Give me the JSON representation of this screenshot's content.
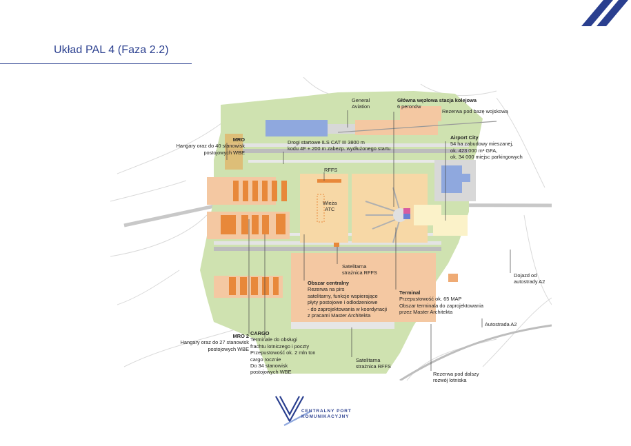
{
  "slide": {
    "title": "Układ PAL 4 (Faza 2.2)"
  },
  "labels": {
    "general_aviation": [
      "General",
      "Aviation"
    ],
    "station_title": "Główna węzłowa stacja kolejowa",
    "station_sub": "6 peronów",
    "military_reserve": "Rezerwa pod bazę wojskową",
    "mro_title": "MRO",
    "mro_desc": [
      "Hangary oraz do 40 stanowisk",
      "postojowych WBE"
    ],
    "runways": [
      "Drogi startowe ILS CAT III 3800 m",
      "kodu 4F + 200 m zabezp. wydłużonego startu"
    ],
    "airport_city_title": "Airport City",
    "airport_city_desc": [
      "54 ha zabudowy mieszanej,",
      "ok. 423 000 m² GFA,",
      "ok. 34 000 miejsc parkingowych"
    ],
    "rffs_top": "RFFS",
    "tower": [
      "Wieża",
      "ATC"
    ],
    "satellite_rffs_1": [
      "Satelitarna",
      "strażnica RFFS"
    ],
    "central_title": "Obszar centralny",
    "central_desc": [
      "Rezerwa na pirs",
      "satelitarny, funkcje wspierające",
      "płyty postojowe i odlodzeniowe",
      "- do zaprojektowania w koordynacji",
      "z pracami Master Architekta"
    ],
    "terminal_title": "Terminal",
    "terminal_desc": [
      "Przepustowość ok. 65 MAP",
      "Obszar terminala do zaprojektowania",
      "przez Master Architekta"
    ],
    "a2_access": [
      "Dojazd od",
      "autostrady A2"
    ],
    "a2": "Autostrada A2",
    "mro2_title": "MRO 2",
    "mro2_desc": [
      "Hangary oraz do 27 stanowisk",
      "postojowych WBE"
    ],
    "cargo_title": "CARGO",
    "cargo_desc": [
      "Terminale do obsługi",
      "frachtu lotniczego i poczty",
      "Przepustowość ok. 2 mln ton",
      "cargo rocznie",
      "Do 34 stanowisk",
      "postojowych WBE"
    ],
    "satellite_rffs_2": [
      "Satelitarna",
      "strażnica RFFS"
    ],
    "future_reserve": [
      "Rezerwa pod dalszy",
      "rozwój lotniska"
    ]
  },
  "logo": {
    "line1": "CENTRALNY PORT",
    "line2": "KOMUNIKACYJNY"
  },
  "colors": {
    "brand": "#2a3f8f",
    "green": "#cfe2b0",
    "orange": "#e8883a",
    "tan": "#f7d8a6",
    "salmon": "#f4c8a2",
    "blue": "#8fa8de",
    "grey_road": "#cfcfcf"
  }
}
